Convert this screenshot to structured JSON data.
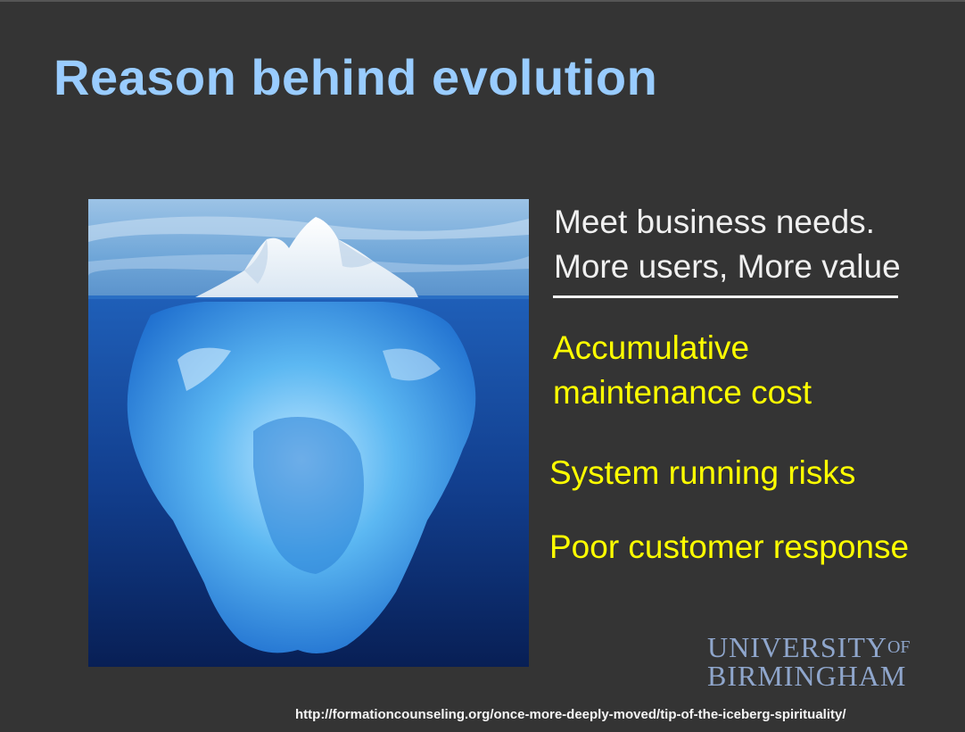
{
  "slide": {
    "title": "Reason behind evolution",
    "points_above": [
      "Meet business needs.",
      "More users, More value"
    ],
    "points_below": [
      "Accumulative",
      "maintenance cost",
      "System running risks",
      "Poor customer response"
    ],
    "logo": {
      "line1": "UNIVERSITY",
      "of": "OF",
      "line2": "BIRMINGHAM"
    },
    "source_url": "http://formationcounseling.org/once-more-deeply-moved/tip-of-the-iceberg-spirituality/"
  },
  "colors": {
    "background": "#343434",
    "title": "#99ccff",
    "above_text": "#f0f0f0",
    "below_text": "#ffff00",
    "logo": "#8fa6cc"
  }
}
